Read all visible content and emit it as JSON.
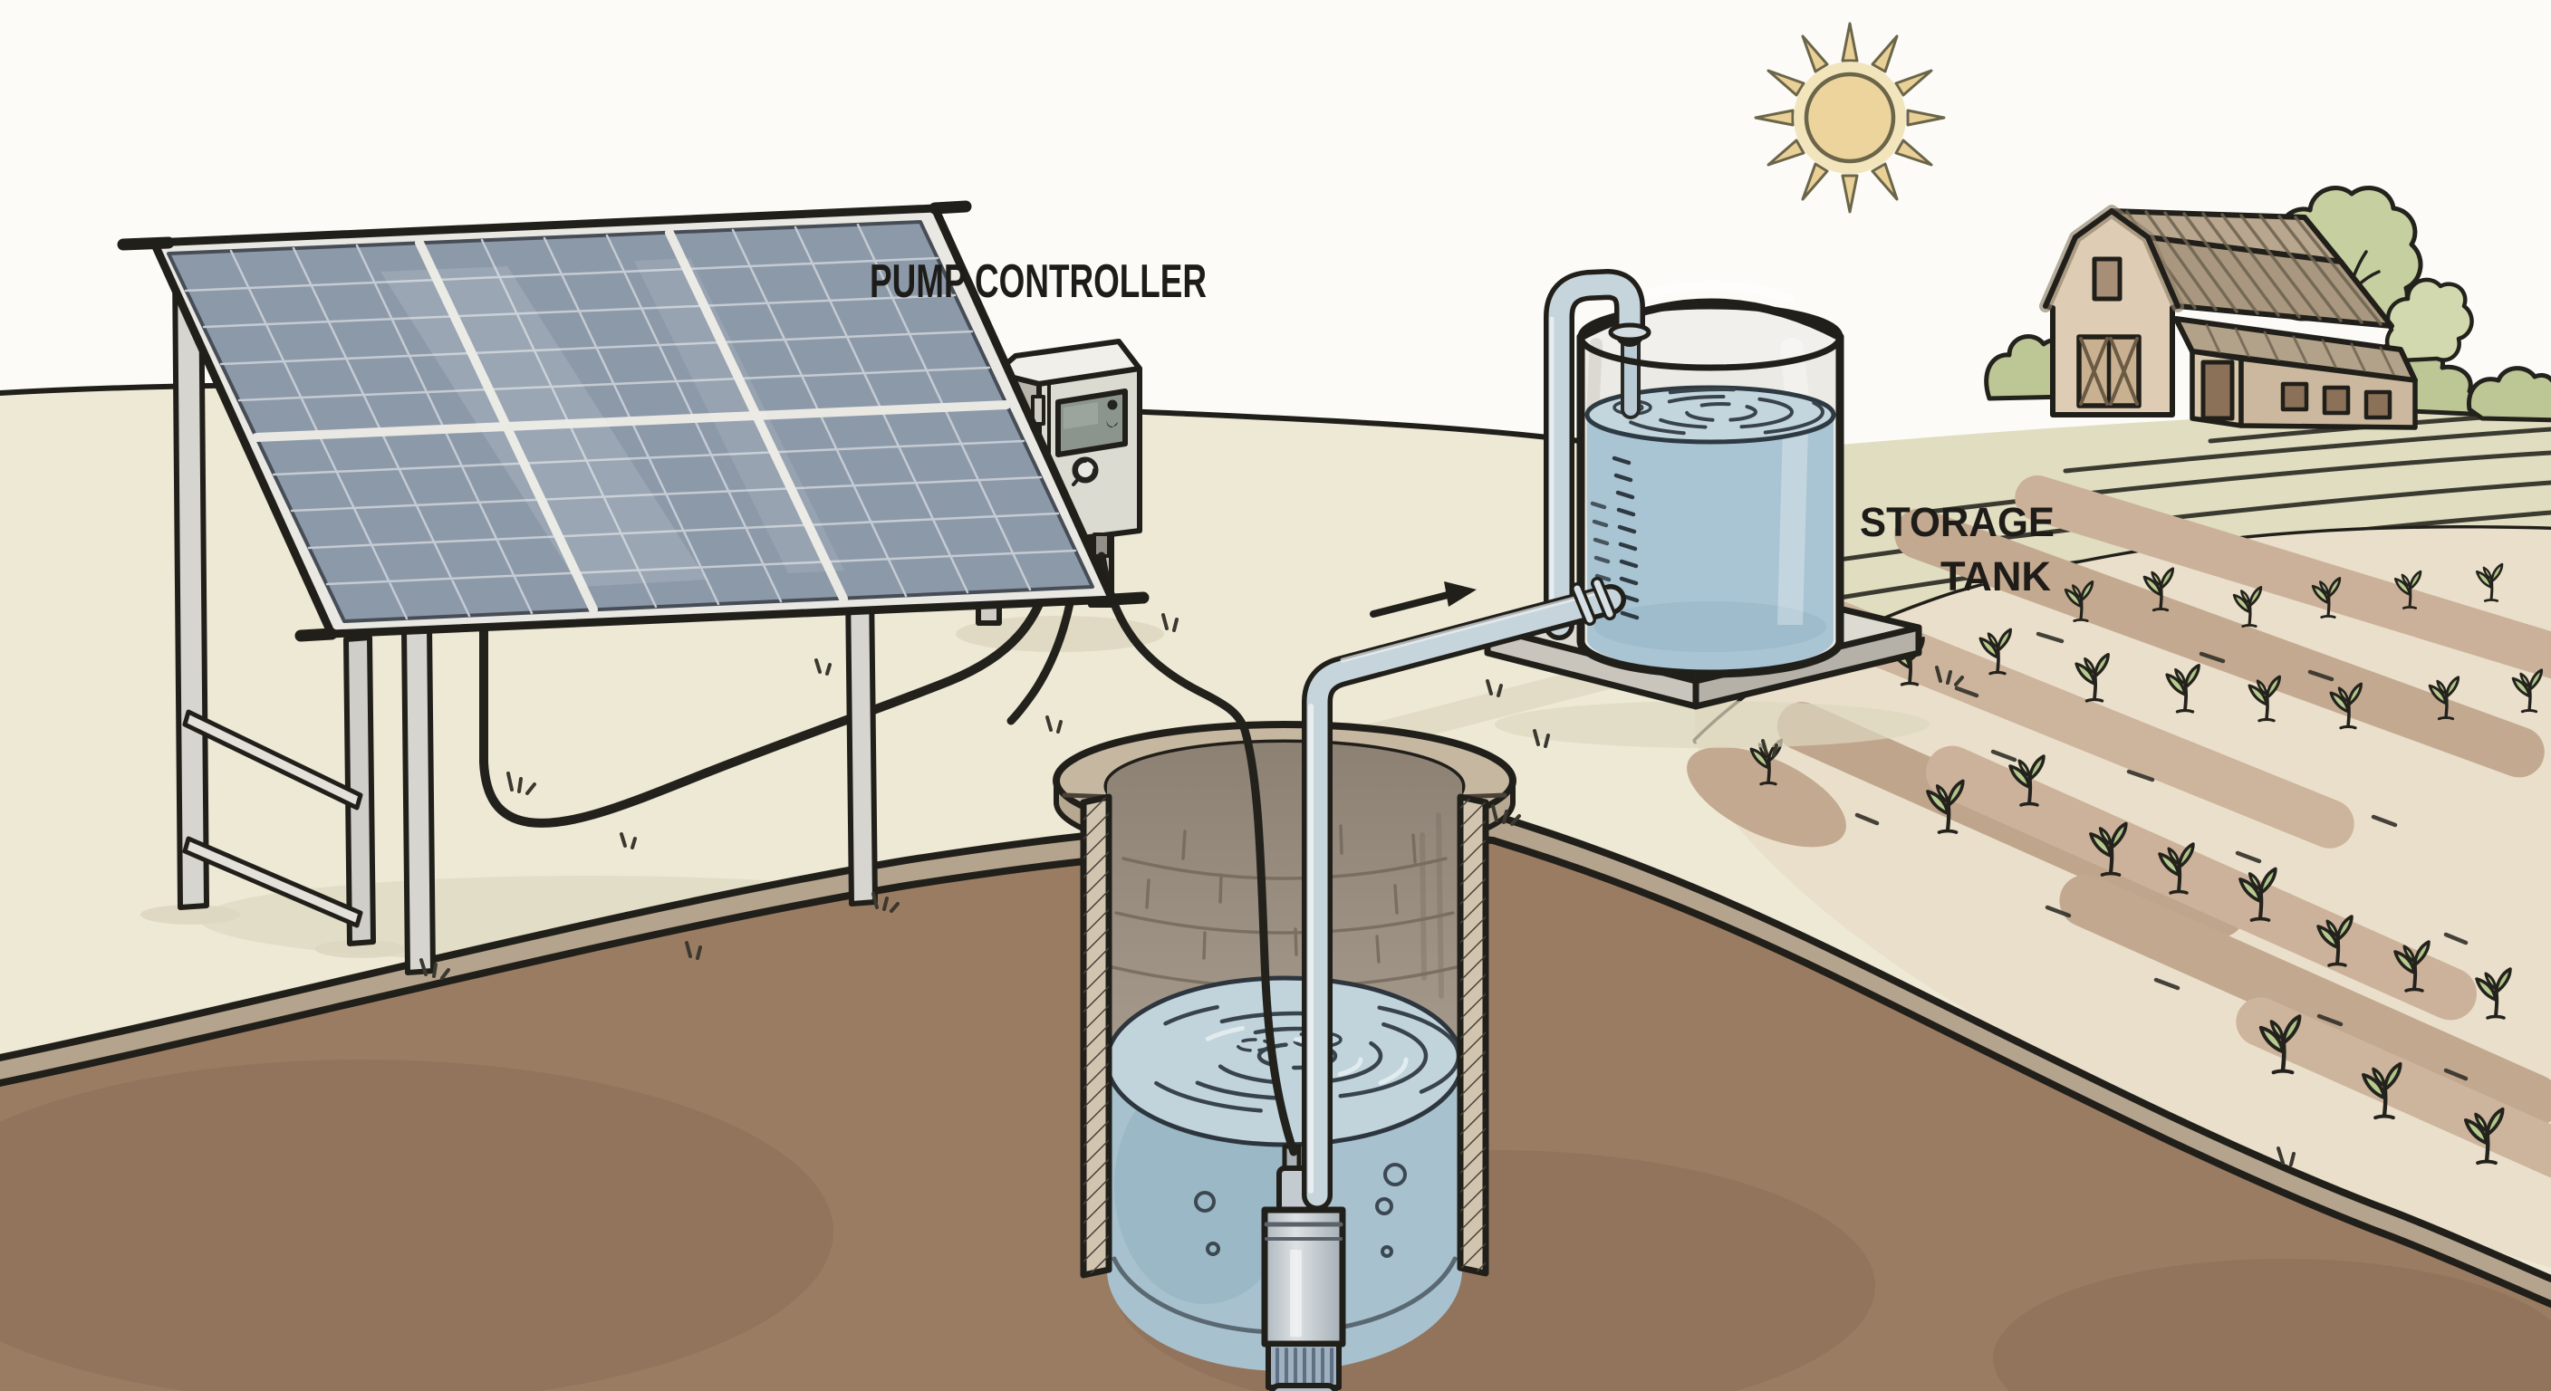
{
  "meta": {
    "scene_type": "hand-drawn illustrated diagram",
    "subject": "Solar-powered water pumping system on a farm"
  },
  "labels": {
    "pump_controller": "PUMP CONTROLLER",
    "storage_tank_line1": "STORAGE",
    "storage_tank_line2": "TANK"
  },
  "scene": {
    "sun": "sun with twelve rays, upper right sky",
    "solar_array": "tilted 2x3 solar panel array on gray frame legs, left side",
    "pump_controller": "gray control cabinet on two posts with display screen and dial",
    "cables": "black cable runs from solar array to controller and from controller down into the well to the pump",
    "well": "cutaway brick-lined well with water, bubbles and submersible pump",
    "riser_pipe": "pipe from pump up and over to the storage tank",
    "flow_arrow_direction": "right",
    "storage_tank": "transparent cylindrical tank about two-thirds full of water on a concrete pad",
    "tank_inlet": "pipe rises beside tank and curves over into top inlet",
    "barn": "tan barn with gambrel roof, cross-braced doors and lean-to shed, upper right",
    "fields": "plowed field with furrow lines behind tank; tilled rows with green seedlings lower right",
    "soil": "brown soil cross-section across the foreground"
  },
  "components": [
    "sun",
    "solar-panel-array",
    "pump-controller",
    "power-cable",
    "well",
    "submersible-pump",
    "pump-cable",
    "riser-pipe",
    "delivery-pipe",
    "flow-arrow",
    "storage-tank",
    "tank-inlet-pipe",
    "concrete-pad",
    "barn",
    "trees",
    "plowed-field",
    "crop-seedlings",
    "soil-cross-section"
  ],
  "colors": {
    "outline": "#211f1a",
    "sky": "#fcfbf7",
    "ground_cream": "#ede9d5",
    "soil_brown": "#9a7c63",
    "soil_dark": "#83644e",
    "soil_strip": "#b5a48d",
    "water_body": "#a7c1ce",
    "water_surface": "#c1d4dc",
    "tank_water": "#a9c4d3",
    "pipe": "#c6d4dc",
    "panel_cell": "#8c99a9",
    "panel_frame": "#e9e8e2",
    "controller_body": "#dcdbd2",
    "controller_screen": "#8c948e",
    "sun_fill": "#ecd49c",
    "sun_outline": "#6b6549",
    "field_green": "#e0ddc0",
    "till_band": "#c3a98f",
    "leaf_green": "#b7ca8f",
    "barn_wall": "#decdb4",
    "barn_roof": "#b3a28a",
    "collar": "#c6b7a1",
    "brick_wall": "#a3978a"
  }
}
